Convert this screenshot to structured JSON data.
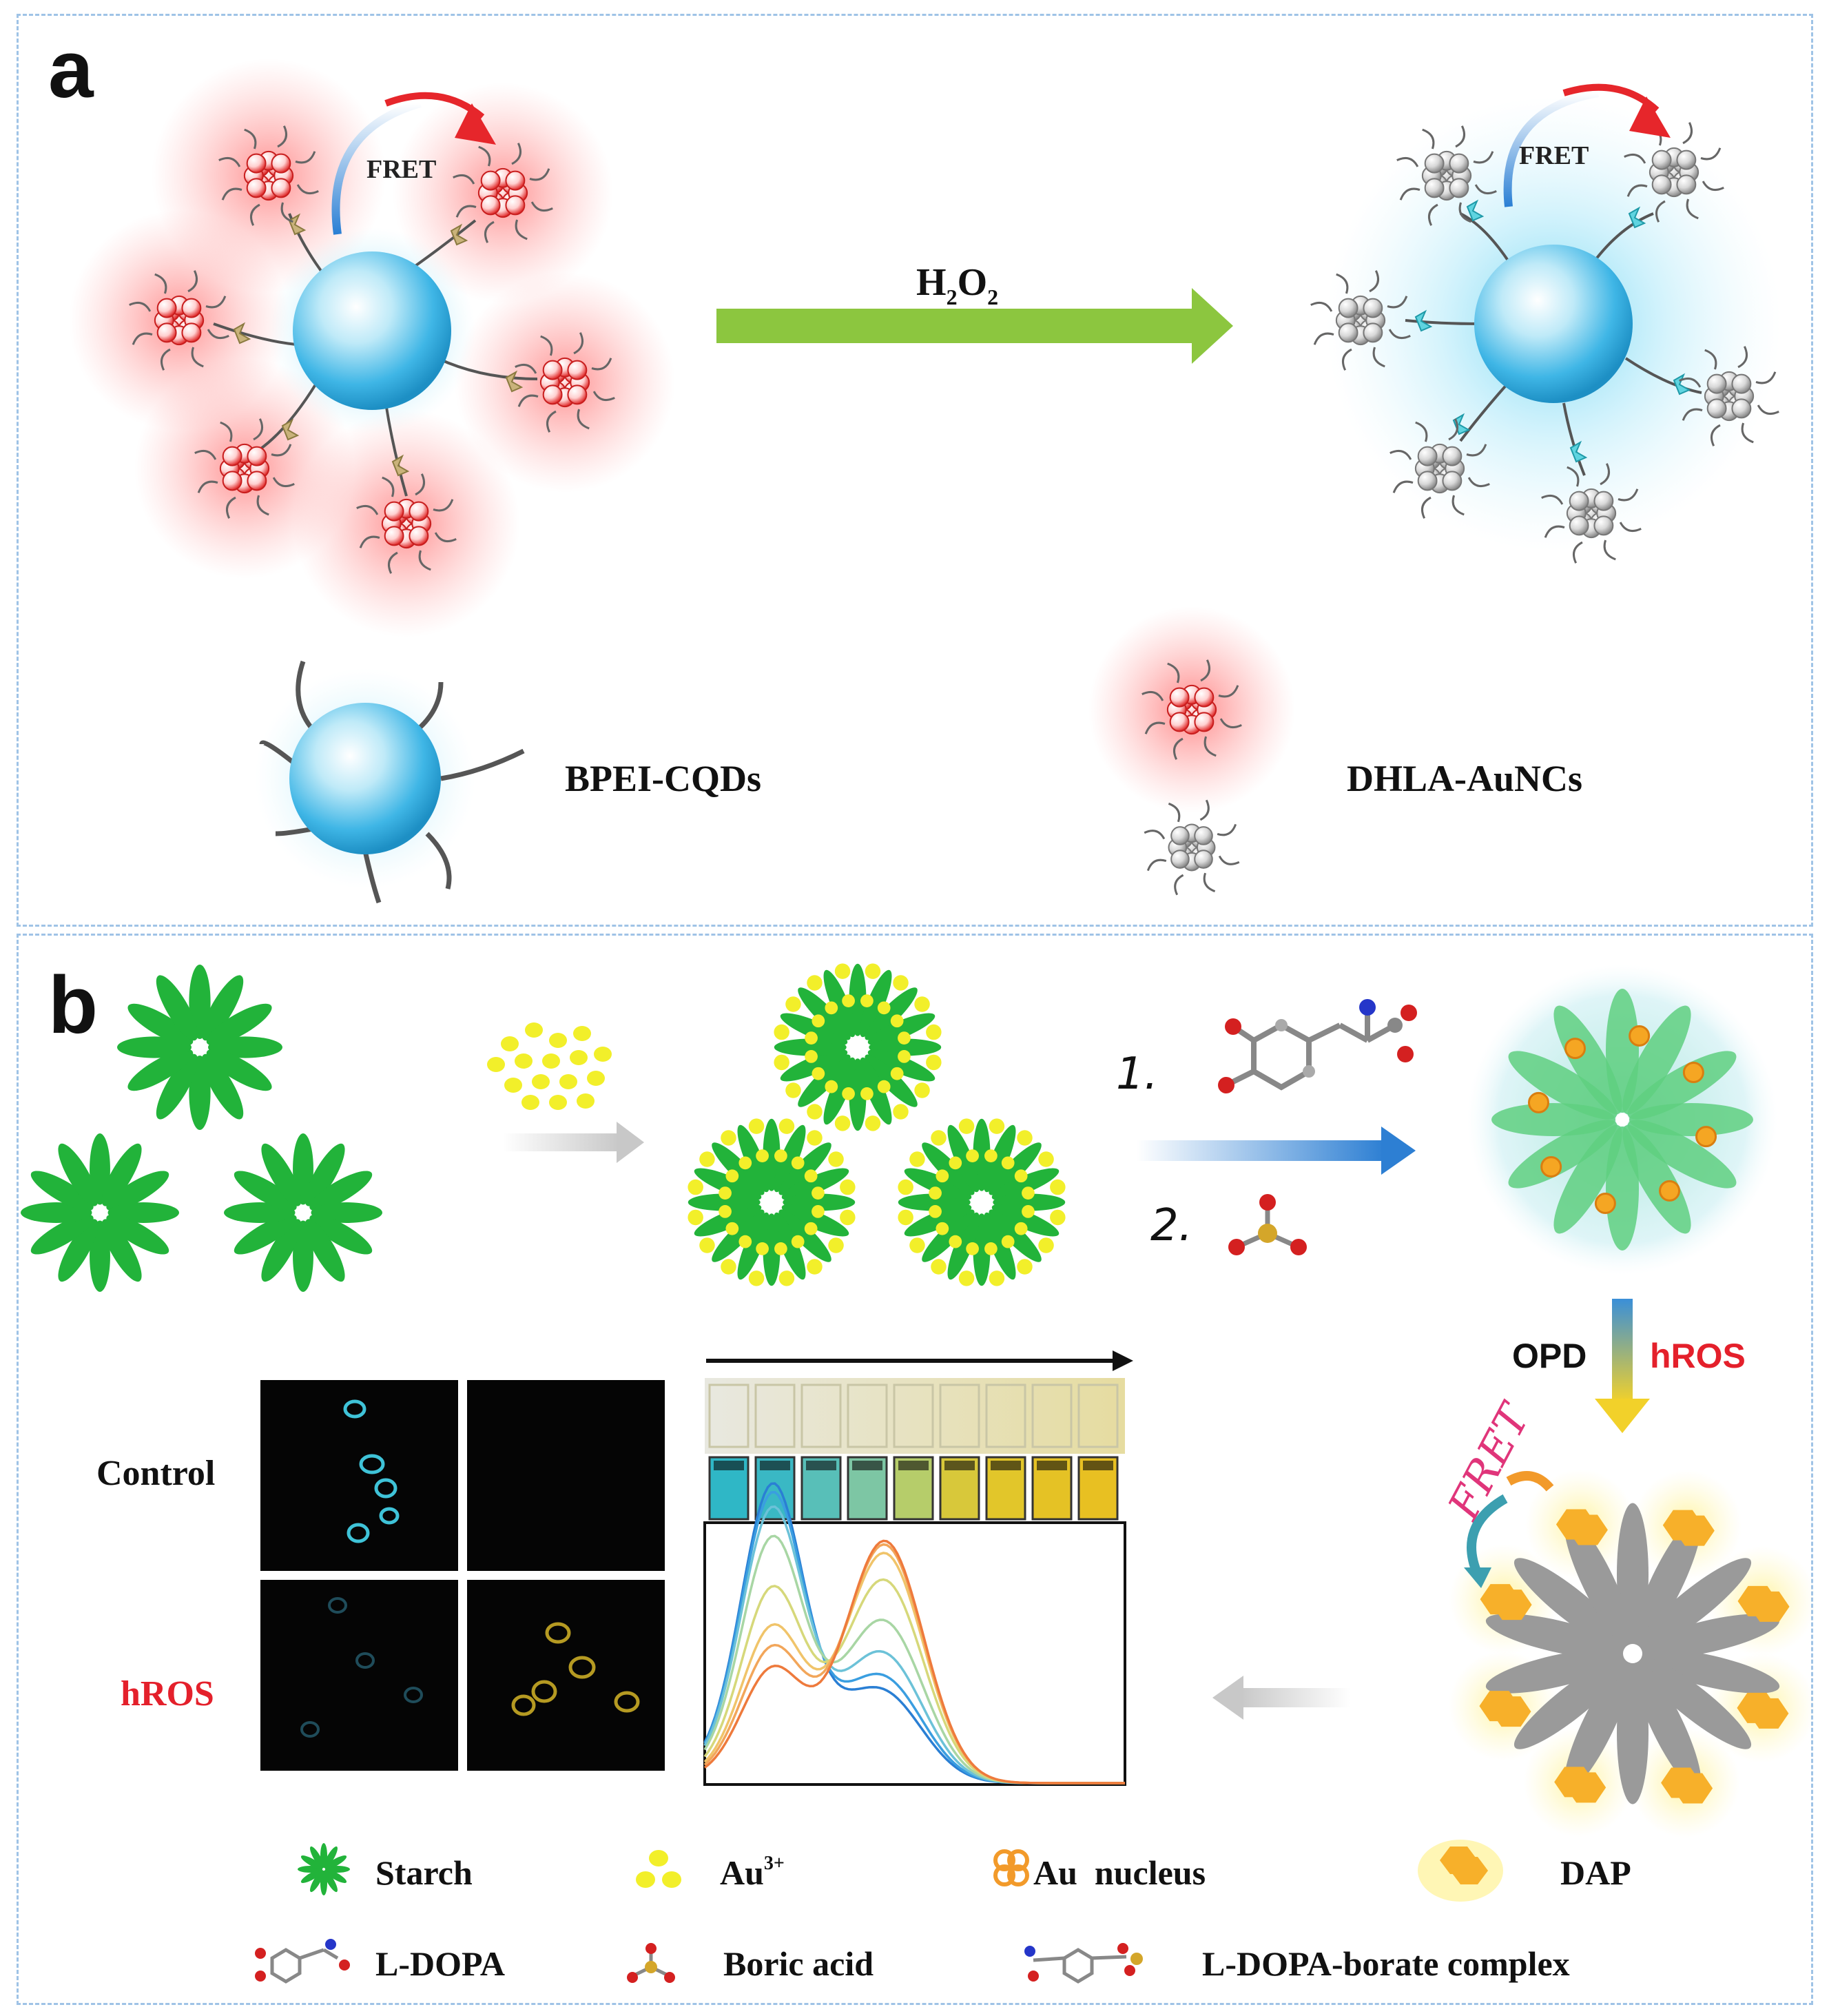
{
  "panel_a": {
    "label": "a",
    "fret_left": "FRET",
    "fret_right": "FRET",
    "arrow_label_h": "H",
    "arrow_label_sub1": "2",
    "arrow_label_o": "O",
    "arrow_label_sub2": "2",
    "legend_cqd": "BPEI-CQDs",
    "legend_aunc": "DHLA-AuNCs"
  },
  "panel_b": {
    "label": "b",
    "step1": "1.",
    "step2": "2.",
    "opd": "OPD",
    "hros_arrow": "hROS",
    "fret": "FRET",
    "row_control": "Control",
    "row_hros": "hROS",
    "legend": {
      "starch": "Starch",
      "au3_base": "Au",
      "au3_sup": "3+",
      "au_nucleus": "Au  nucleus",
      "dap": "DAP",
      "ldopa": "L-DOPA",
      "boric": "Boric acid",
      "complex": "L-DOPA-borate complex"
    }
  },
  "colors": {
    "red_glow": "#f03a3a",
    "blue_glow": "#6fd3f0",
    "green": "#22b33a",
    "yellow": "#f2ef2a",
    "orange": "#f5a623",
    "grey": "#9a9a9a",
    "arrow_green": "#8cc63f",
    "hros_red": "#e4202b",
    "border": "#9fc3e6"
  }
}
